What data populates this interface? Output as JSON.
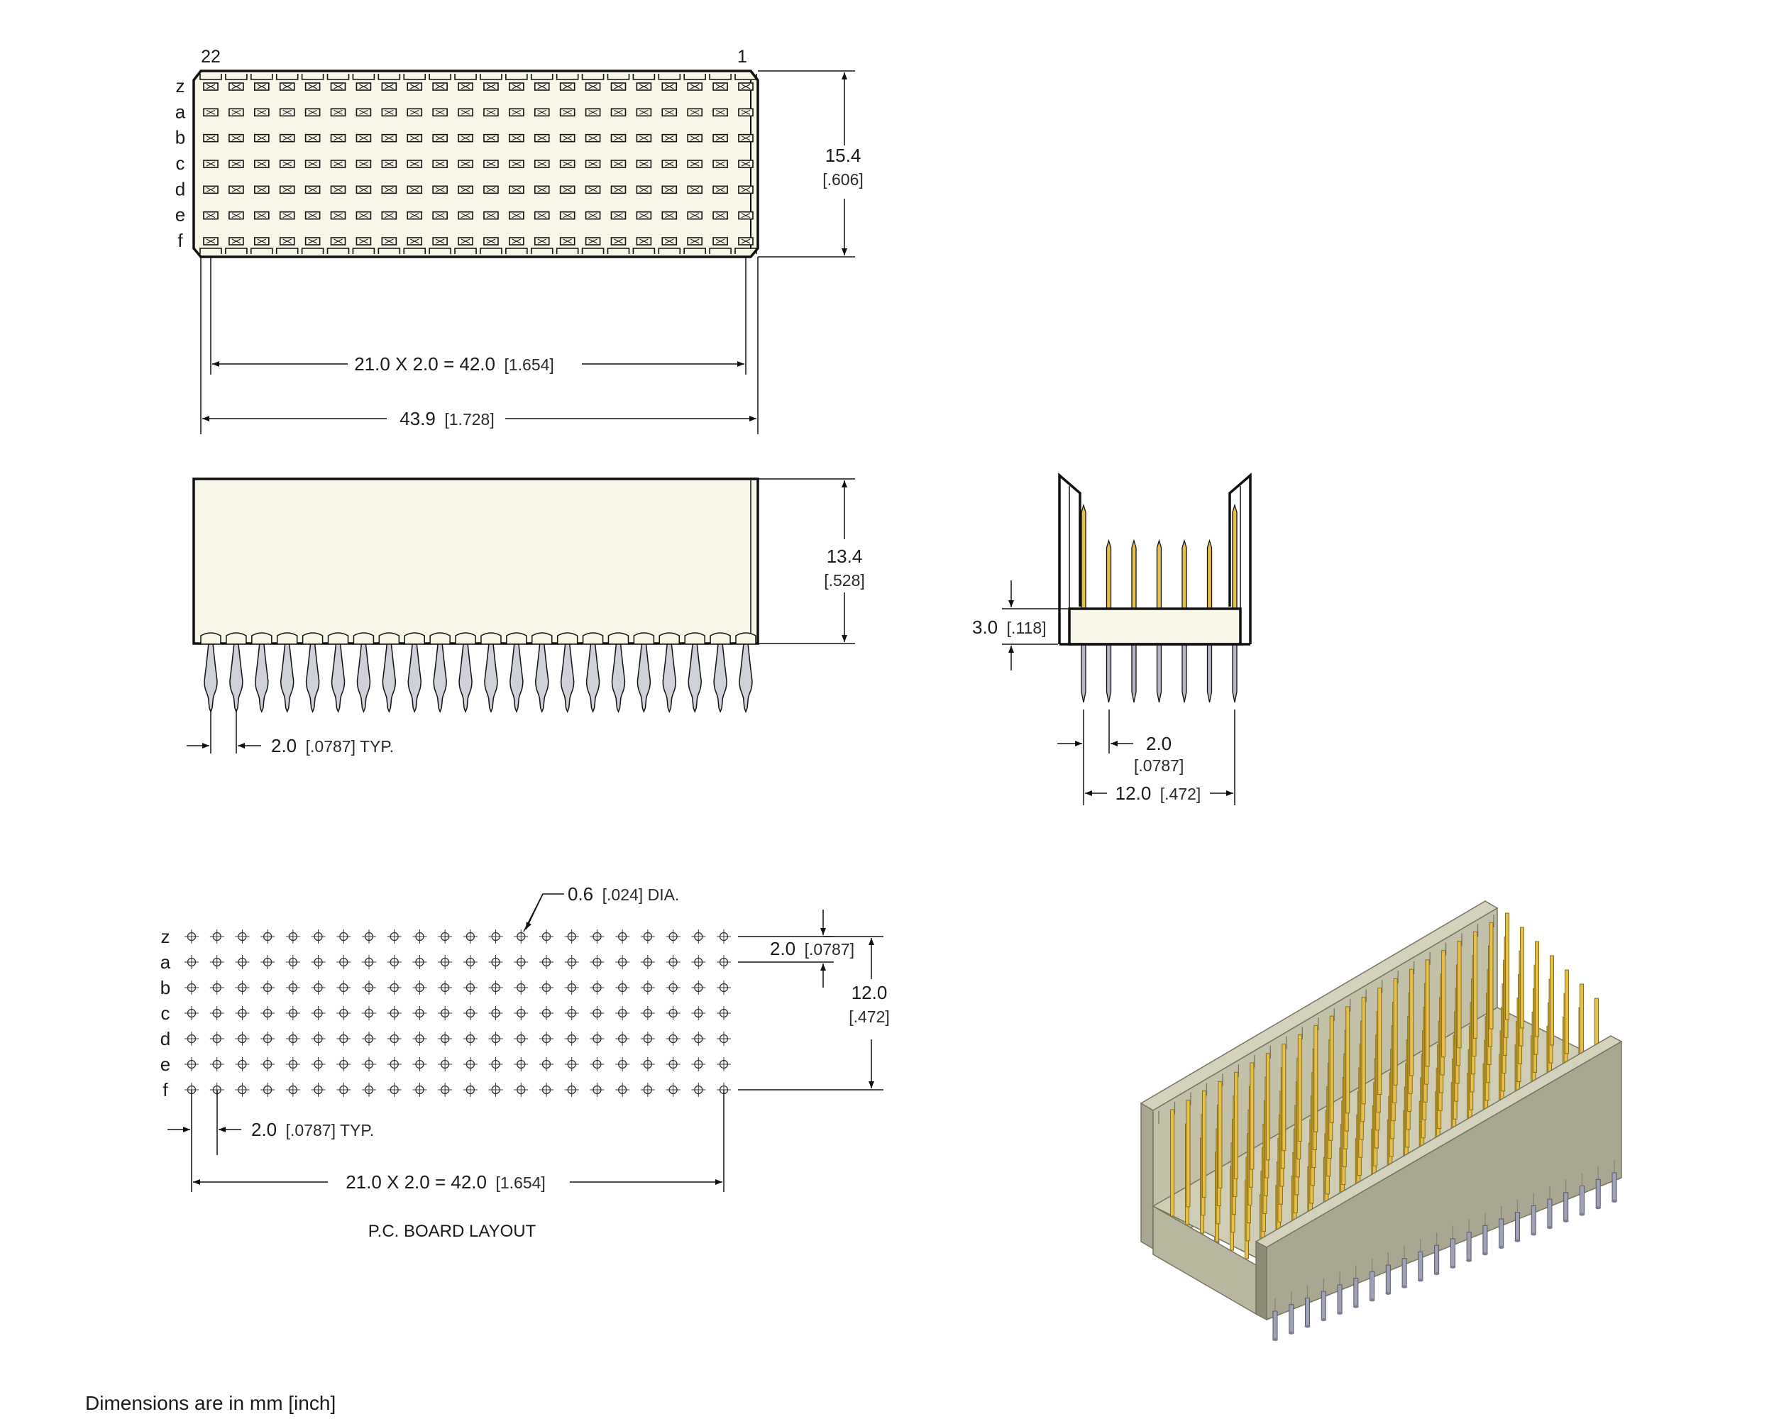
{
  "colors": {
    "housing": "#f8f6e6",
    "outline": "#111111",
    "pin_gold": "#e6c04a",
    "pin_silver": "#b5b8c4",
    "iso_body": "#a9a791",
    "iso_body_light": "#d4d2bc",
    "iso_body_dark": "#8e8c76"
  },
  "rows": [
    "z",
    "a",
    "b",
    "c",
    "d",
    "e",
    "f"
  ],
  "columns": 22,
  "top_view": {
    "pos_first": "22",
    "pos_last": "1",
    "height_mm": "15.4",
    "height_in": "[.606]",
    "span_text": "21.0 X 2.0 = 42.0",
    "span_in": "[1.654]",
    "overall_mm": "43.9",
    "overall_in": "[1.728]"
  },
  "side_view": {
    "height_mm": "13.4",
    "height_in": "[.528]",
    "pitch_mm": "2.0",
    "pitch_in": "[.0787] TYP."
  },
  "end_view": {
    "standoff_mm": "3.0",
    "standoff_in": "[.118]",
    "pitch_mm": "2.0",
    "pitch_in": "[.0787]",
    "width_mm": "12.0",
    "width_in": "[.472]"
  },
  "pcb": {
    "hole_mm": "0.6",
    "hole_in": "[.024] DIA.",
    "row_pitch_mm": "2.0",
    "row_pitch_in": "[.0787]",
    "rows_span_mm": "12.0",
    "rows_span_in": "[.472]",
    "col_pitch_mm": "2.0",
    "col_pitch_in": "[.0787] TYP.",
    "span_text": "21.0 X 2.0 = 42.0",
    "span_in": "[1.654]",
    "caption": "P.C. BOARD LAYOUT"
  },
  "footnote": "Dimensions are in mm [inch]"
}
